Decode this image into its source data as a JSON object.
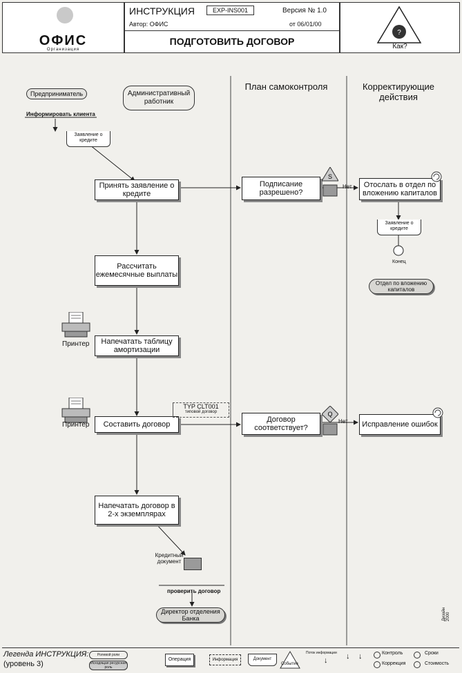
{
  "header": {
    "logo": "ОФИС",
    "logo_sub": "Организация",
    "doc_type": "ИНСТРУКЦИЯ",
    "code": "EXP-INS001",
    "version": "Версия № 1.0",
    "author": "Автор: ОФИС",
    "date": "от 06/01/00",
    "title": "ПОДГОТОВИТЬ ДОГОВОР",
    "how": "Как?"
  },
  "columns": {
    "plan": "План самоконтроля",
    "corrective": "Корректирующие действия"
  },
  "roles": {
    "entrepreneur": "Предприниматель",
    "admin_worker": "Административный работник",
    "investment_dept": "Отдел по вложению капиталов",
    "bank_director": "Директор отделения Банка"
  },
  "flow": {
    "inform_client": "Информировать клиента",
    "credit_application": "Заявление о кредите",
    "accept_application": "Принять заявление о кредите",
    "calculate_payments": "Рассчитать ежемесячные выплаты",
    "print_table": "Напечатать таблицу амортизации",
    "compose_contract": "Составить договор",
    "print_contract": "Напечатать договор в 2-х экземплярах",
    "credit_document": "Кредитный документ",
    "check_contract": "проверить договор",
    "printer1": "Принтер",
    "printer2": "Принтер",
    "typ_code": "TYP CLT001",
    "typ_sub": "типовой договор"
  },
  "control": {
    "signature_allowed": "Подписание разрешено?",
    "contract_matches": "Договор соответствует?",
    "no1": "Нет",
    "no2": "Нет",
    "s_mark": "S",
    "q_mark": "Q"
  },
  "corrective_actions": {
    "send_to_dept": "Отослать в отдел по вложению капиталов",
    "credit_application2": "Заявление о кредите",
    "end": "Конец",
    "fix_errors": "Исправление ошибок"
  },
  "legend": {
    "title": "Легенда ИНСТРУКЦИЯ:",
    "level": "(уровень 3)",
    "role": "Ролевой роли",
    "ext_role": "Исходящая ресурсная роль",
    "operation": "Операция",
    "information": "Информация",
    "document": "Документ",
    "event": "Событие",
    "flow_label": "Поток информации",
    "control": "Контроль",
    "correction": "Коррекция",
    "deadlines": "Сроки",
    "cost": "Стоимость"
  },
  "side_note": "Дизайн 2000"
}
